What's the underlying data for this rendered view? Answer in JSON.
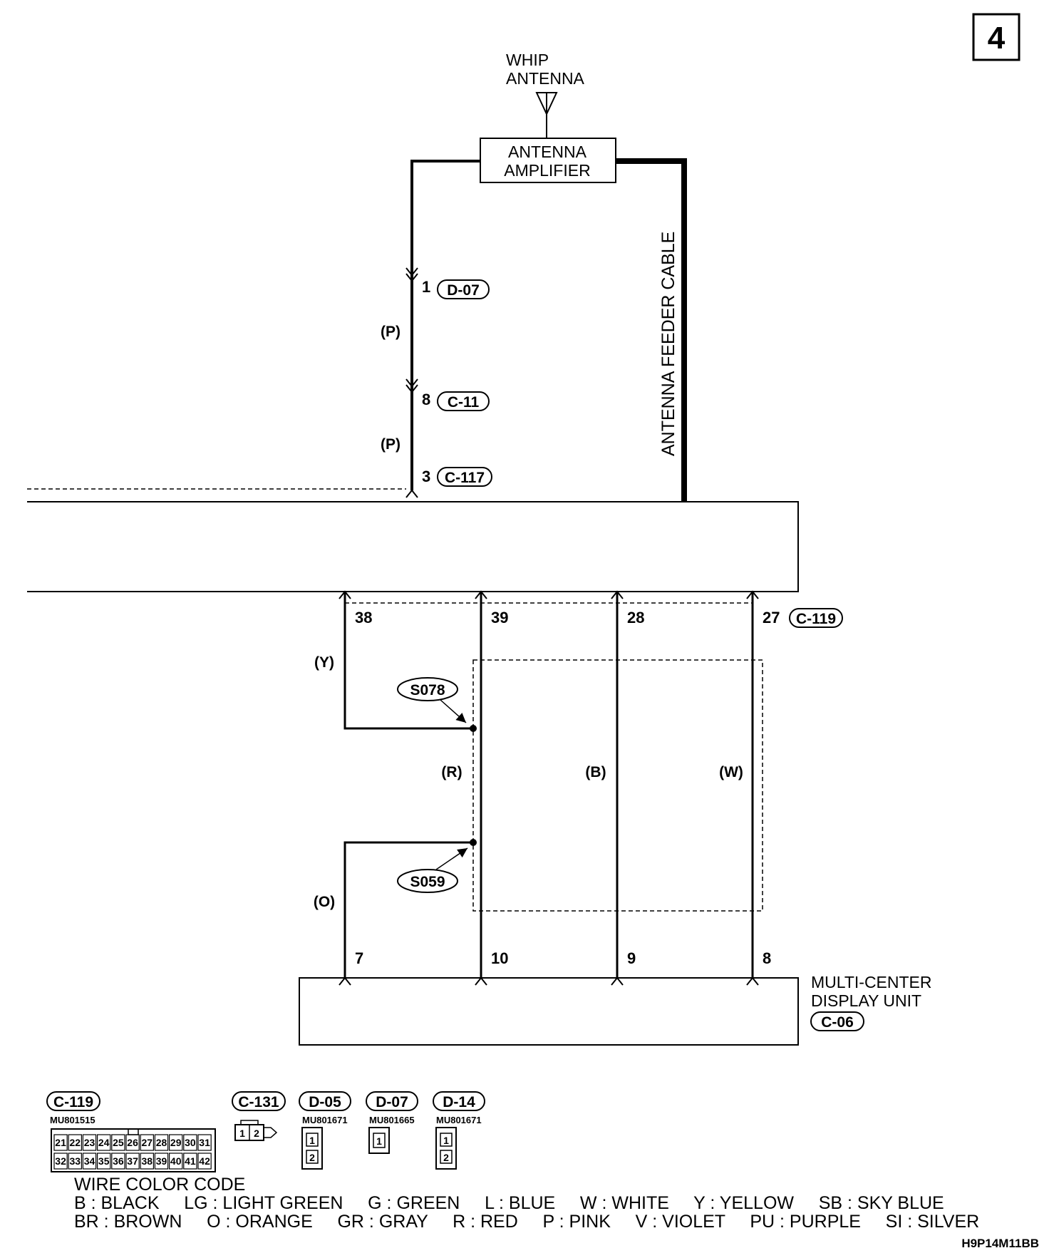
{
  "page_number": "4",
  "figure_code": "H9P14M11BB",
  "components": {
    "whip_antenna": [
      "WHIP",
      "ANTENNA"
    ],
    "antenna_amplifier": [
      "ANTENNA",
      "AMPLIFIER"
    ],
    "feeder_cable": "ANTENNA FEEDER CABLE",
    "display_unit": [
      "MULTI-CENTER",
      "DISPLAY UNIT"
    ],
    "display_unit_connector": "C-06"
  },
  "upper_connectors": [
    {
      "pin": "1",
      "connector": "D-07"
    },
    {
      "pin": "8",
      "connector": "C-11"
    },
    {
      "pin": "3",
      "connector": "C-117"
    }
  ],
  "upper_wire_colors": [
    "(P)",
    "(P)"
  ],
  "c119": {
    "connector": "C-119",
    "pins": [
      "38",
      "39",
      "28",
      "27"
    ]
  },
  "display_pins": [
    "7",
    "10",
    "9",
    "8"
  ],
  "lower_wire_colors": {
    "y": "(Y)",
    "r": "(R)",
    "b": "(B)",
    "w": "(W)",
    "o": "(O)"
  },
  "splices": [
    "S078",
    "S059"
  ],
  "connector_views": [
    {
      "name": "C-119",
      "part": "MU801515",
      "row1": [
        "21",
        "22",
        "23",
        "24",
        "25",
        "26",
        "27",
        "28",
        "29",
        "30",
        "31"
      ],
      "row2": [
        "32",
        "33",
        "34",
        "35",
        "36",
        "37",
        "38",
        "39",
        "40",
        "41",
        "42"
      ]
    },
    {
      "name": "C-131",
      "part": "",
      "pins": [
        "1",
        "2"
      ]
    },
    {
      "name": "D-05",
      "part": "MU801671",
      "pins": [
        "1",
        "2"
      ]
    },
    {
      "name": "D-07",
      "part": "MU801665",
      "pins": [
        "1"
      ]
    },
    {
      "name": "D-14",
      "part": "MU801671",
      "pins": [
        "1",
        "2"
      ]
    }
  ],
  "wire_color_code": {
    "title": "WIRE COLOR CODE",
    "line1": "B : BLACK     LG : LIGHT GREEN     G : GREEN     L : BLUE     W : WHITE     Y : YELLOW     SB : SKY BLUE",
    "line2": "BR : BROWN     O : ORANGE     GR : GRAY     R : RED     P : PINK     V : VIOLET     PU : PURPLE     SI : SILVER"
  }
}
